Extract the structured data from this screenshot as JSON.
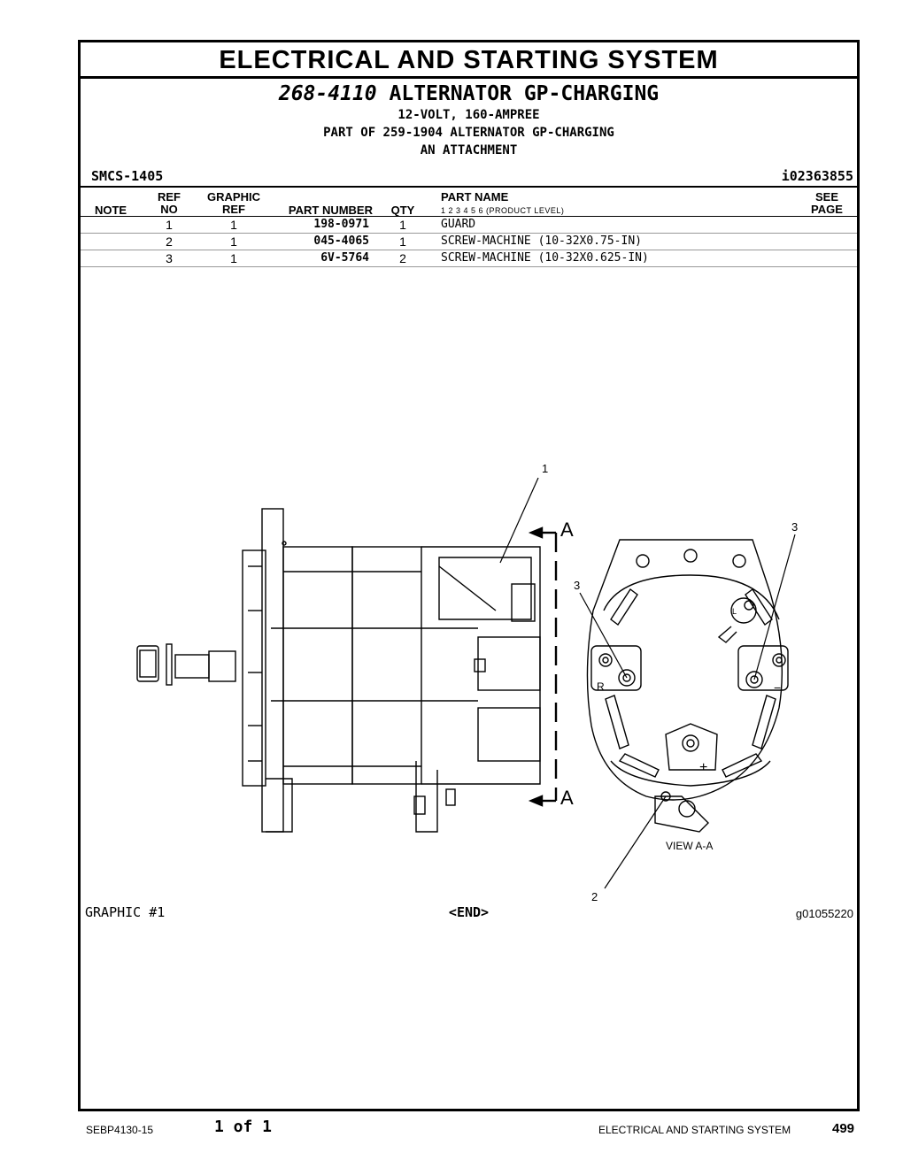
{
  "section_title": "ELECTRICAL AND STARTING SYSTEM",
  "group": {
    "number": "268-4110",
    "name": "ALTERNATOR GP-CHARGING",
    "sub1": "12-VOLT, 160-AMPREE",
    "sub2": "PART OF 259-1904 ALTERNATOR GP-CHARGING",
    "sub3": "AN ATTACHMENT"
  },
  "smcs": "SMCS-1405",
  "ident": "i02363855",
  "headers": {
    "note": "NOTE",
    "ref_no": [
      "REF",
      "NO"
    ],
    "graphic_ref": [
      "GRAPHIC",
      "REF"
    ],
    "part_number": "PART NUMBER",
    "qty": "QTY",
    "part_name": "PART NAME",
    "levels": "1   2   3   4   5   6   (PRODUCT LEVEL)",
    "see_page": [
      "SEE",
      "PAGE"
    ]
  },
  "parts": [
    {
      "ref": "1",
      "graphic": "1",
      "part_number": "198-0971",
      "qty": "1",
      "name": "GUARD"
    },
    {
      "ref": "2",
      "graphic": "1",
      "part_number": "045-4065",
      "qty": "1",
      "name": "SCREW-MACHINE (10-32X0.75-IN)"
    },
    {
      "ref": "3",
      "graphic": "1",
      "part_number": "6V-5764",
      "qty": "2",
      "name": "SCREW-MACHINE (10-32X0.625-IN)"
    }
  ],
  "callouts": {
    "c1": "1",
    "c2": "2",
    "c3a": "3",
    "c3b": "3",
    "a_top": "A",
    "a_bottom": "A",
    "view": "VIEW A-A",
    "r": "R",
    "minus": "−",
    "plus": "+",
    "l": "L"
  },
  "graphic_label": "GRAPHIC #1",
  "end_label": "<END>",
  "graphic_id": "g01055220",
  "footer": {
    "doc": "SEBP4130-15",
    "page_of": "1 of 1",
    "section": "ELECTRICAL AND STARTING SYSTEM",
    "page_number": "499"
  }
}
